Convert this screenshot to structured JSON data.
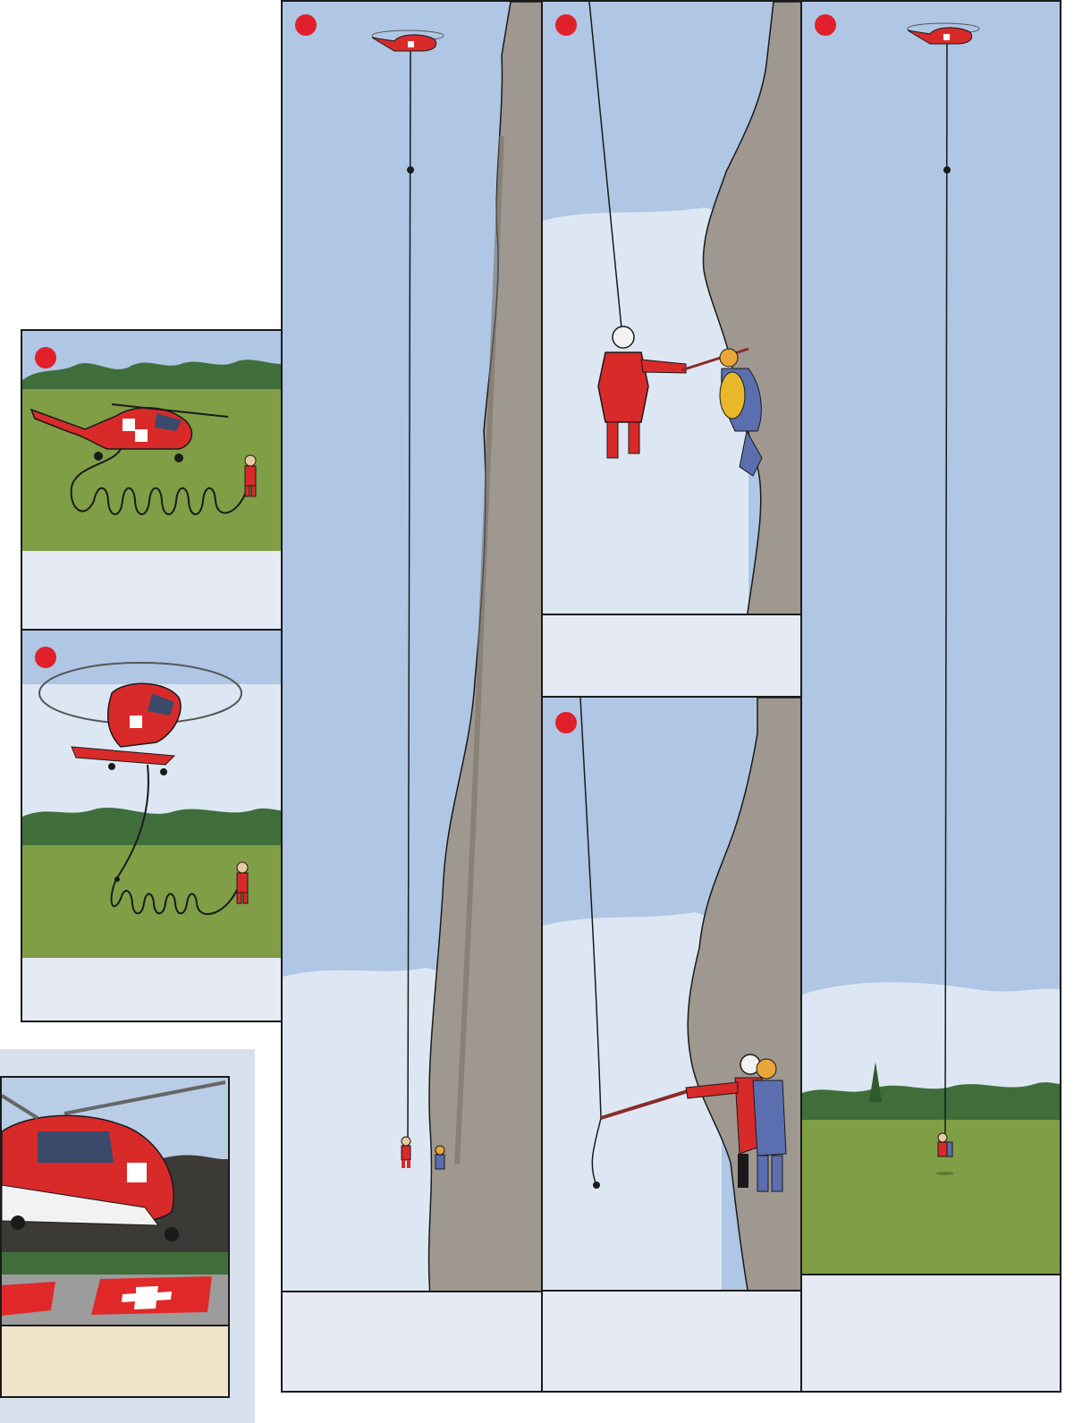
{
  "page": {
    "title": "",
    "colors": {
      "marker_red": "#e0202a",
      "sky": "#afc6e4",
      "sky_haze": "#dde7f3",
      "grass": "#7f9e46",
      "forest": "#3f6e3b",
      "rock": "#9e9890",
      "rock_dark": "#7a7269",
      "helicopter_red": "#d92a2a",
      "caption_bg": "#e6eaf4",
      "inset_bg": "#d7e1ee",
      "inset_caption_bg": "#efe3c9",
      "border": "#1a1a1a"
    }
  },
  "panels": [
    {
      "id": "ground-coil",
      "caption": "",
      "marker_icon": "red-dot-icon"
    },
    {
      "id": "takeoff",
      "caption": "",
      "marker_icon": "red-dot-icon"
    },
    {
      "id": "inset-landing",
      "caption": ""
    },
    {
      "id": "cliff-long-line",
      "caption": "",
      "marker_icon": "red-dot-icon"
    },
    {
      "id": "climber-reach",
      "caption": "",
      "marker_icon": "red-dot-icon"
    },
    {
      "id": "climber-secured",
      "caption": "",
      "marker_icon": "red-dot-icon"
    },
    {
      "id": "flight-to-meadow",
      "caption": "",
      "marker_icon": "red-dot-icon"
    }
  ]
}
